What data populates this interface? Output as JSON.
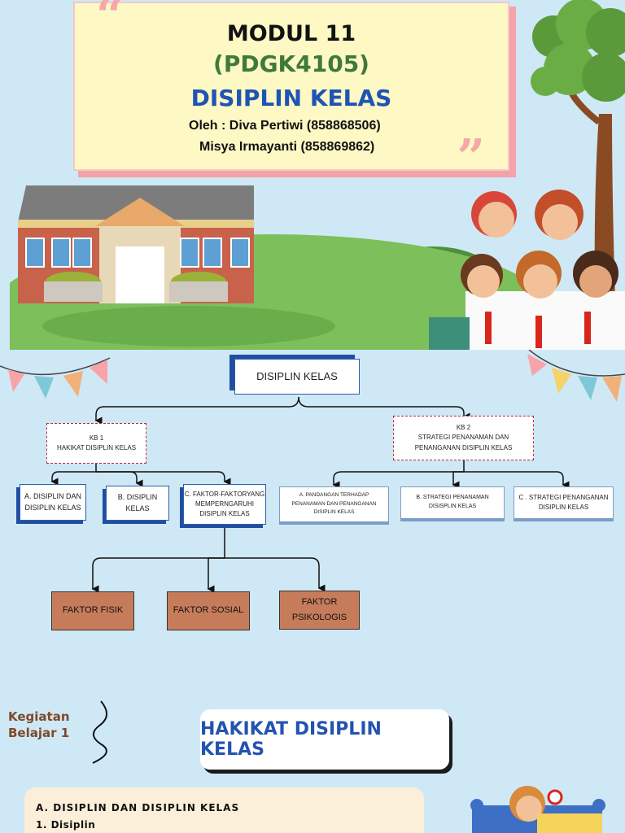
{
  "header": {
    "module": "MODUL 11",
    "code": "(PDGK4105)",
    "title": "DISIPLIN KELAS",
    "author_line1": "Oleh : Diva Pertiwi (858868506)",
    "author_line2": "Misya Irmayanti (858869862)"
  },
  "diagram": {
    "root": "DISIPLIN KELAS",
    "kb1": {
      "line1": "KB 1",
      "line2": "HAKIKAT DISIPLIN KELAS"
    },
    "kb2": {
      "line1": "KB 2",
      "line2": "STRATEGI PENANAMAN DAN",
      "line3": "PENANGANAN DISIPLIN KELAS"
    },
    "kb1_children": [
      {
        "line1": "A. DISIPLIN DAN",
        "line2": "DISIPLIN KELAS"
      },
      {
        "line1": "B. DISIPLIN",
        "line2": "KELAS"
      },
      {
        "line1": "C. FAKTOR-FAKTORYANG",
        "line2": "MEMPERNGARUHI",
        "line3": "DISIPLIN KELAS"
      }
    ],
    "kb2_children": [
      {
        "line1": "A. PANDANGAN TERHADAP",
        "line2": "PENANAMAN DAN PENANGANAN",
        "line3": "DISIPLIN KELAS"
      },
      {
        "line1": "B. STRATEGI PENANAMAN",
        "line2": "DISISPLIN KELAS"
      },
      {
        "line1": "C . STRATEGI PENANGANAN",
        "line2": "DISIPLIN KELAS"
      }
    ],
    "factors": [
      {
        "line1": "FAKTOR FISIK"
      },
      {
        "line1": "FAKTOR SOSIAL"
      },
      {
        "line1": "FAKTOR",
        "line2": "PSIKOLOGIS"
      }
    ]
  },
  "section": {
    "kegiatan_line1": "Kegiatan",
    "kegiatan_line2": "Belajar 1",
    "heading": "HAKIKAT DISIPLIN KELAS",
    "subheading": "A. DISIPLIN DAN DISIPLIN KELAS",
    "item": "1. Disiplin"
  },
  "colors": {
    "background": "#cfe8f5",
    "title_blue": "#1f54b5",
    "code_green": "#3f7a3a",
    "factor_brown": "#c67c5a",
    "dashed_red": "#b52b3b"
  }
}
